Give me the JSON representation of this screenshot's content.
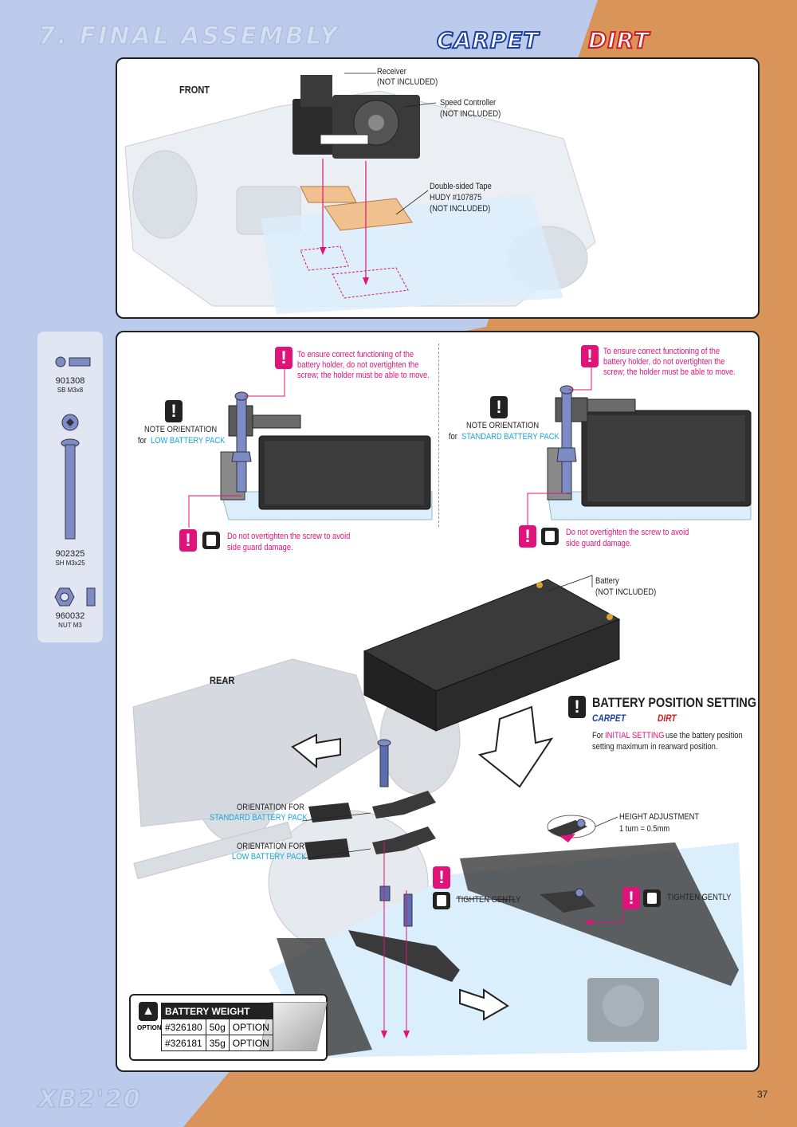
{
  "header": {
    "title": "7. FINAL ASSEMBLY",
    "brand_carpet": "CARPET",
    "brand_dirt": "DIRT"
  },
  "top_panel": {
    "front_label": "FRONT",
    "receiver": "Receiver",
    "receiver_note": "(NOT INCLUDED)",
    "speed_controller": "Speed Controller",
    "speed_controller_note": "(NOT INCLUDED)",
    "tape": "Double-sided Tape",
    "tape_part": "HUDY #107875",
    "tape_note": "(NOT INCLUDED)"
  },
  "parts": [
    {
      "number": "901308",
      "name": "SB M3x8"
    },
    {
      "number": "902325",
      "name": "SH M3x25"
    },
    {
      "number": "960032",
      "name": "NUT M3"
    }
  ],
  "left_detail": {
    "warning_line1": "To ensure correct functioning of the",
    "warning_line2": "battery holder, do not overtighten the",
    "warning_line3": "screw; the holder must be able to move.",
    "note": "NOTE ORIENTATION",
    "for": "for",
    "pack": "LOW BATTERY PACK",
    "caution_line1": "Do not overtighten the screw to avoid",
    "caution_line2": "side guard damage."
  },
  "right_detail": {
    "warning_line1": "To ensure correct functioning of the",
    "warning_line2": "battery holder, do not overtighten the",
    "warning_line3": "screw; the holder must be able to move.",
    "note": "NOTE ORIENTATION",
    "for": "for",
    "pack": "STANDARD BATTERY PACK",
    "caution_line1": "Do not overtighten the screw to avoid",
    "caution_line2": "side guard damage."
  },
  "bottom_panel": {
    "rear_label": "REAR",
    "battery": "Battery",
    "battery_note": "(NOT INCLUDED)",
    "bps_title": "BATTERY POSITION SETTING",
    "bps_carpet": "CARPET",
    "bps_dirt": "DIRT",
    "bps_for": "For",
    "bps_initial": "INITIAL SETTING",
    "bps_text1": "use the battery position",
    "bps_text2": "setting maximum in rearward position.",
    "orient_for": "ORIENTATION FOR",
    "standard_pack": "STANDARD BATTERY PACK",
    "low_pack": "LOW BATTERY PACK",
    "height_adj": "HEIGHT ADJUSTMENT",
    "height_val": "1 turn = 0.5mm",
    "tighten_gently": "TIGHTEN GENTLY"
  },
  "option_box": {
    "option_label": "OPTION",
    "header": "BATTERY WEIGHT",
    "rows": [
      {
        "part": "#326180",
        "weight": "50g",
        "type": "OPTION"
      },
      {
        "part": "#326181",
        "weight": "35g",
        "type": "OPTION"
      }
    ]
  },
  "footer": {
    "model": "XB2'20",
    "page": "37"
  },
  "colors": {
    "accent_pink": "#e0137a",
    "accent_cyan": "#1aa6d8",
    "bg_blue": "#bccbeb",
    "bg_orange": "#d9945a"
  }
}
